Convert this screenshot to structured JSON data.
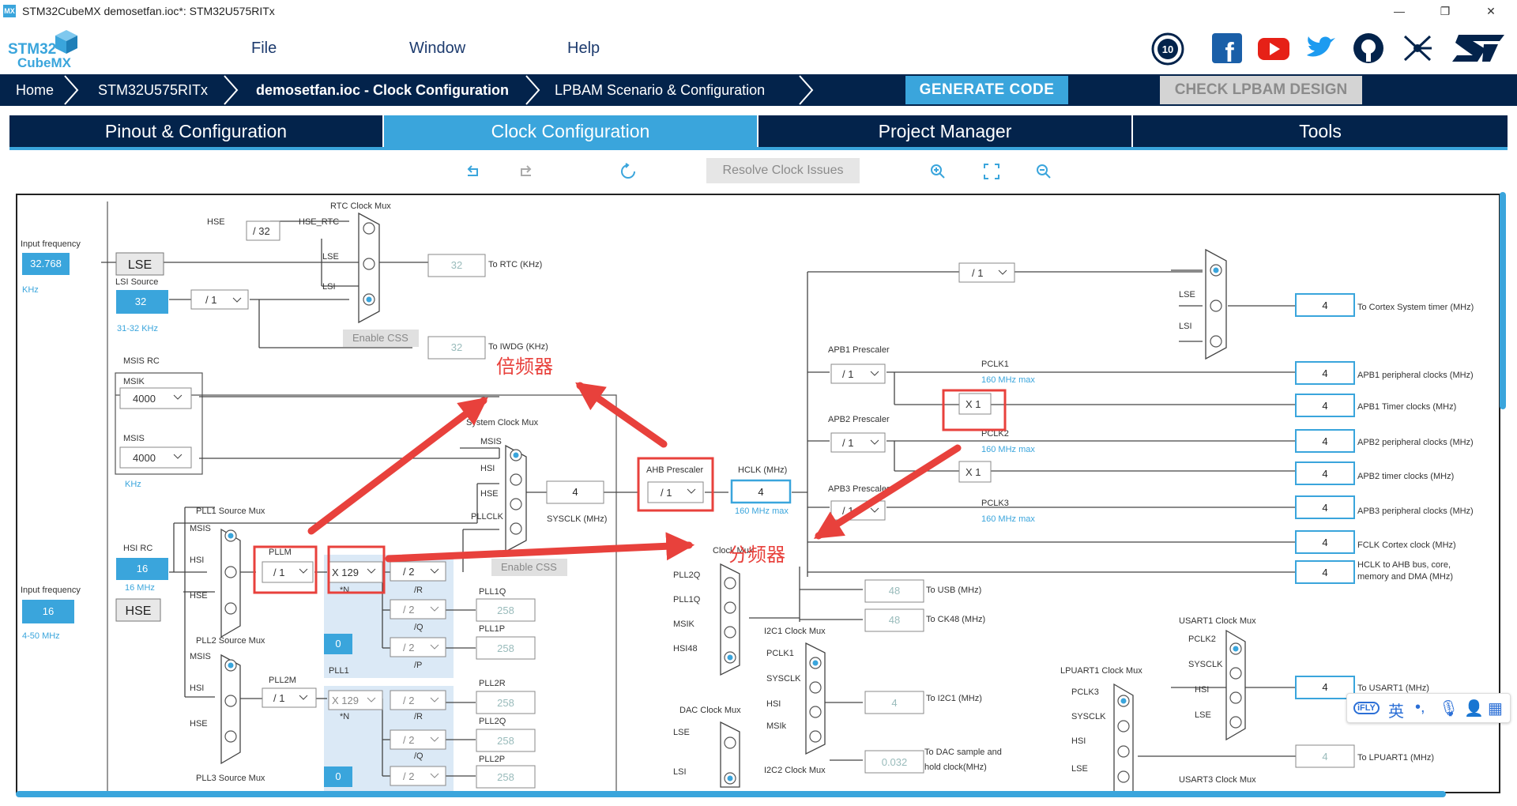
{
  "window": {
    "app_icon": "MX",
    "title": "STM32CubeMX demosetfan.ioc*: STM32U575RITx",
    "controls": {
      "minimize": "—",
      "restore": "❐",
      "close": "✕"
    }
  },
  "logo": {
    "line1": "STM32",
    "line2": "CubeMX"
  },
  "menu": {
    "file": "File",
    "window": "Window",
    "help": "Help"
  },
  "social": [
    "anniversary-10-icon",
    "facebook-icon",
    "youtube-icon",
    "twitter-icon",
    "github-icon",
    "network-icon",
    "st-logo-icon"
  ],
  "breadcrumb": {
    "home": "Home",
    "mcu": "STM32U575RITx",
    "project": "demosetfan.ioc - Clock Configuration",
    "lpbam": "LPBAM Scenario & Configuration"
  },
  "actions": {
    "generate": "GENERATE CODE",
    "check_lpbam": "CHECK LPBAM DESIGN"
  },
  "tabs": {
    "pinout": "Pinout & Configuration",
    "clock": "Clock Configuration",
    "project": "Project Manager",
    "tools": "Tools"
  },
  "toolbar": {
    "resolve": "Resolve Clock Issues"
  },
  "colors": {
    "navy": "#03234b",
    "accent": "#3aa5dc",
    "annot": "#e8413c"
  },
  "clock": {
    "input_freq_label": "Input frequency",
    "lse_value": "32.768",
    "lse_unit": "KHz",
    "lse": "LSE",
    "lsi_source": "LSI Source",
    "lsi_value": "32",
    "lsi_range": "31-32 KHz",
    "hse_label": "HSE",
    "div32": "/ 32",
    "hse_rtc": "HSE_RTC",
    "rtc_mux": "RTC Clock Mux",
    "lse_small": "LSE",
    "lsi_small": "LSI",
    "div1": "/ 1",
    "enable_css": "Enable CSS",
    "rtc_value": "32",
    "to_rtc": "To RTC (KHz)",
    "iwdg_value": "32",
    "to_iwdg": "To IWDG (KHz)",
    "msis_rc": "MSIS RC",
    "msik": "MSIK",
    "msik_value": "4000",
    "msis": "MSIS",
    "msis_value": "4000",
    "khz": "KHz",
    "sys_mux": "System Clock Mux",
    "msis_in": "MSIS",
    "hsi_in": "HSI",
    "hse_in": "HSE",
    "pllclk_in": "PLLCLK",
    "sysclk_value": "4",
    "sysclk_label": "SYSCLK (MHz)",
    "ahb_prescaler": "AHB Prescaler",
    "ahb_value": "/ 1",
    "hclk_label": "HCLK (MHz)",
    "hclk_value": "4",
    "hclk_max": "160 MHz max",
    "pll1_src": "PLL1 Source Mux",
    "hsi_rc": "HSI RC",
    "hsi_value": "16",
    "hsi_mhz": "16 MHz",
    "input_freq2": "Input frequency",
    "hse_value": "16",
    "hse_range": "4-50 MHz",
    "hse_box": "HSE",
    "pllm": "PLLM",
    "pllm_value": "/ 1",
    "pll_n": "X 129",
    "n_lbl": "*N",
    "div2": "/ 2",
    "r_lbl": "/R",
    "q_lbl": "/Q",
    "p_lbl": "/P",
    "pll1q": "PLL1Q",
    "pll1p": "PLL1P",
    "val258": "258",
    "frac_value": "0",
    "pll1": "PLL1",
    "pll2_src": "PLL2 Source Mux",
    "pll2m": "PLL2M",
    "pll2r": "PLL2R",
    "pll2q": "PLL2Q",
    "pll2p": "PLL2P",
    "pll3_src": "PLL3 Source Mux",
    "apb1_prescaler": "APB1 Prescaler",
    "apb2_prescaler": "APB2 Prescaler",
    "apb3_prescaler": "APB3 Prescaler",
    "pclk1": "PCLK1",
    "pclk2": "PCLK2",
    "pclk3": "PCLK3",
    "max160": "160 MHz max",
    "x1": "X 1",
    "out_cortex": "To Cortex System timer (MHz)",
    "out_apb1p": "APB1 peripheral clocks (MHz)",
    "out_apb1t": "APB1 Timer clocks (MHz)",
    "out_apb2p": "APB2 peripheral clocks (MHz)",
    "out_apb2t": "APB2 timer clocks (MHz)",
    "out_apb3p": "APB3 peripheral clocks (MHz)",
    "out_fclk": "FCLK Cortex clock (MHz)",
    "out_hclk1": "HCLK to AHB bus, core,",
    "out_hclk2": "memory and DMA (MHz)",
    "out_value": "4",
    "clk48_mux": "Clock Mux",
    "pll2q_in": "PLL2Q",
    "pll1q_in": "PLL1Q",
    "msik_in": "MSIK",
    "hsi48_in": "HSI48",
    "usb_value": "48",
    "to_usb": "To USB (MHz)",
    "ck48_value": "48",
    "to_ck48": "To CK48 (MHz)",
    "i2c1_mux": "I2C1 Clock Mux",
    "pclk1_in": "PCLK1",
    "sysclk_in": "SYSCLK",
    "hsi_in2": "HSI",
    "msik_in2": "MSIk",
    "i2c1_value": "4",
    "to_i2c1": "To I2C1 (MHz)",
    "dac_mux": "DAC Clock Mux",
    "dac_value": "0.032",
    "to_dac1": "To DAC sample and",
    "to_dac2": "hold clock(MHz)",
    "i2c2_mux": "I2C2 Clock Mux",
    "pclk1_trunc": "PCLK1",
    "lpuart_mux": "LPUART1 Clock Mux",
    "pclk3_in": "PCLK3",
    "lpuart_value": "4",
    "to_lpuart": "To LPUART1 (MHz)",
    "usart1_mux": "USART1 Clock Mux",
    "pclk2_in": "PCLK2",
    "usart1_value": "4",
    "to_usart1": "To USART1 (MHz)",
    "usart3_mux": "USART3 Clock Mux"
  },
  "annotations": {
    "multiplier": "倍频器",
    "divider": "分频器"
  },
  "ime": {
    "ifly": "iFLY",
    "en": "英"
  }
}
